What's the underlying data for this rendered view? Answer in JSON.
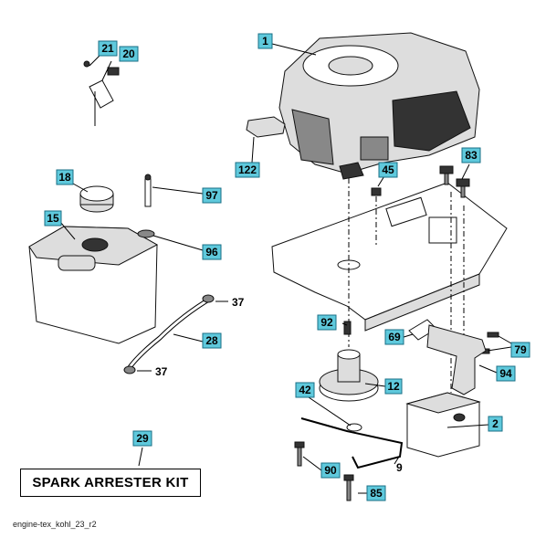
{
  "callouts": {
    "c1": "1",
    "c2": "2",
    "c9": "9",
    "c12": "12",
    "c15": "15",
    "c18": "18",
    "c20": "20",
    "c21": "21",
    "c28": "28",
    "c29": "29",
    "c37a": "37",
    "c37b": "37",
    "c42": "42",
    "c45": "45",
    "c69": "69",
    "c79": "79",
    "c83": "83",
    "c85": "85",
    "c90": "90",
    "c92": "92",
    "c94": "94",
    "c96": "96",
    "c97": "97",
    "c122": "122"
  },
  "kit_label": "SPARK ARRESTER KIT",
  "diagram_id": "engine-tex_kohl_23_r2",
  "colors": {
    "callout_fill": "#5fc9dc",
    "callout_border": "#1a6f86"
  }
}
